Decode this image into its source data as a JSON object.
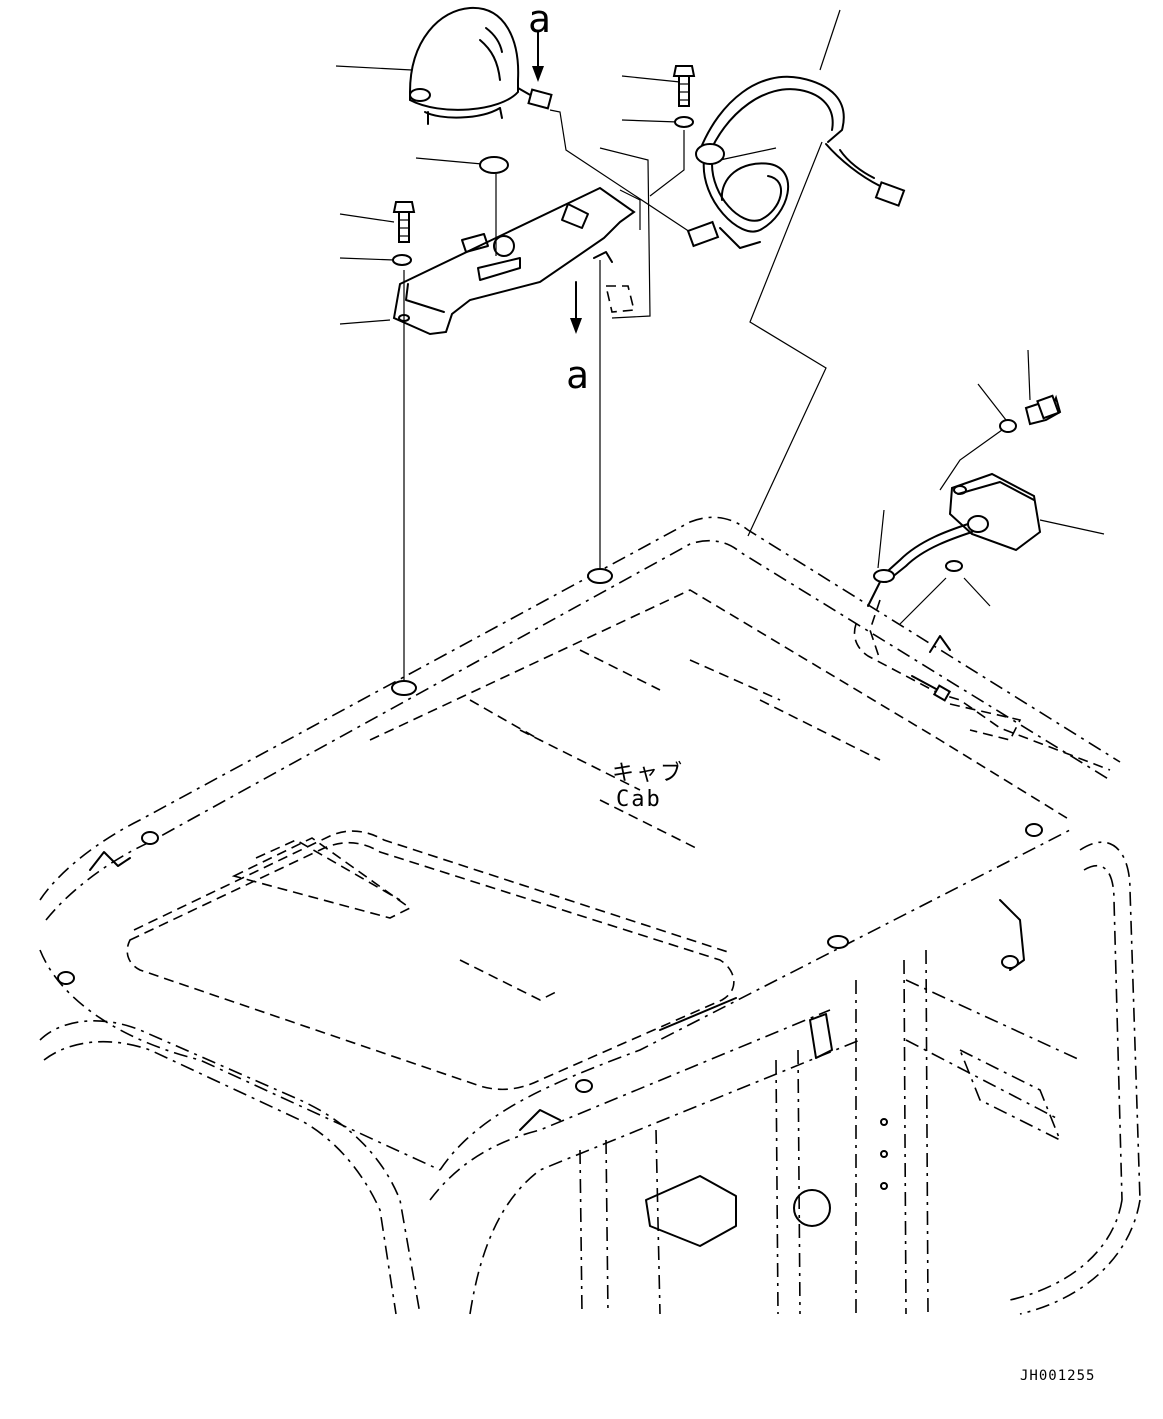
{
  "diagram": {
    "view_marker_top": "a",
    "view_marker_bottom": "a",
    "cab_label_jp": "キャブ",
    "cab_label_en": "Cab",
    "drawing_code": "JH001255"
  }
}
